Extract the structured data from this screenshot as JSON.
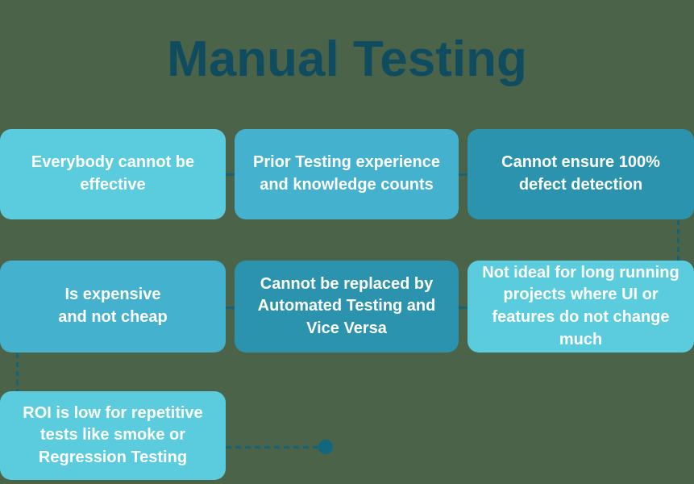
{
  "title": "Manual Testing",
  "colors": {
    "background": "#4b6349",
    "title_text": "#0f4c5f",
    "card_text": "#ffffff",
    "card_light": "#5accdd",
    "card_medium": "#44b1ce",
    "card_dark": "#2b93ad",
    "connector": "#156379",
    "end_dot": "#10677f"
  },
  "cards": [
    {
      "text": "Everybody cannot be\neffective",
      "tone": "light"
    },
    {
      "text": "Prior Testing experience\nand knowledge counts",
      "tone": "medium"
    },
    {
      "text": "Cannot ensure 100%\ndefect detection",
      "tone": "dark"
    },
    {
      "text": "Is expensive\nand not cheap",
      "tone": "medium"
    },
    {
      "text": "Cannot be replaced by\nAutomated Testing and\nVice Versa",
      "tone": "dark"
    },
    {
      "text": "Not ideal for long running\nprojects where UI or\nfeatures do not change much",
      "tone": "light"
    },
    {
      "text": "ROI is low for repetitive\ntests like smoke or\nRegression Testing",
      "tone": "light"
    }
  ]
}
